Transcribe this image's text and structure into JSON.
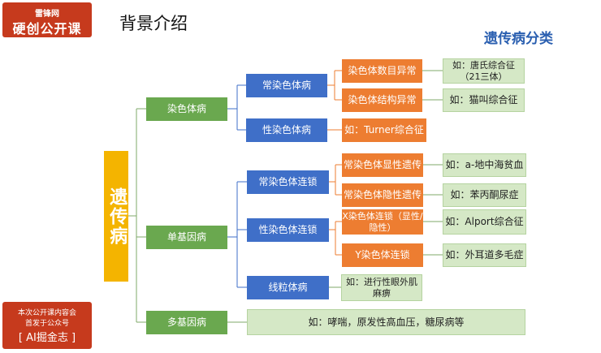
{
  "logo": {
    "line1": "雷锋网",
    "line2": "硬创公开课"
  },
  "page_title": "背景介绍",
  "category_title": "遗传病分类",
  "root": "遗传病",
  "level1": [
    "染色体病",
    "单基因病",
    "多基因病"
  ],
  "level2": [
    "常染色体病",
    "性染色体病",
    "常染色体连锁",
    "性染色体连锁",
    "线粒体病"
  ],
  "level3": [
    "染色体数目异常",
    "染色体结构异常",
    "常染色体显性遗传",
    "常染色体隐性遗传",
    "X染色体连锁（显性/隐性）",
    "Y染色体连锁"
  ],
  "examples": {
    "tang": "如：唐氏综合征（21三体）",
    "maojiao": "如：猫叫综合征",
    "turner": "如：Turner综合征",
    "thalassemia": "如：a-地中海贫血",
    "pku": "如：苯丙酮尿症",
    "alport": "如：Alport综合征",
    "hairy_ear": "如：外耳道多毛症",
    "myopathy": "如：进行性眼外肌麻痹",
    "multi": "如：哮喘，原发性高血压，糖尿病等"
  },
  "footer": {
    "line1": "本次公开课内容会",
    "line2": "首发于公众号",
    "line3": "[ AI掘金志 ]"
  }
}
